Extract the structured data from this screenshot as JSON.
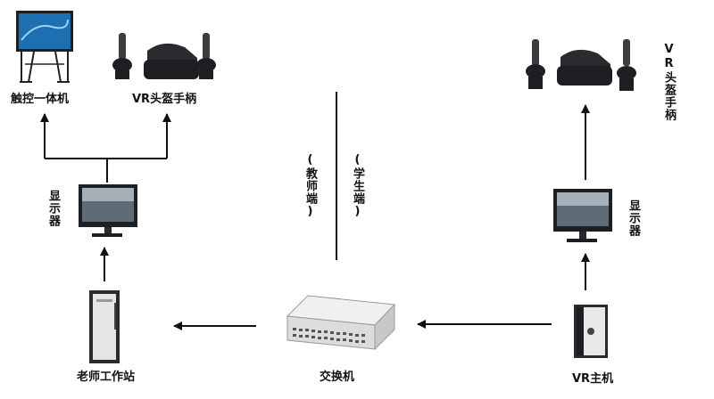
{
  "labels": {
    "touch_display": "触控一体机",
    "vr_headset_left": "VR头盔手柄",
    "vr_headset_right": "VR头盔手柄",
    "monitor_left": "显示器",
    "monitor_right": "显示器",
    "teacher_side": "(教师端)",
    "student_side": "(学生端)",
    "teacher_workstation": "老师工作站",
    "switch": "交换机",
    "vr_host": "VR主机"
  },
  "colors": {
    "line": "#111111",
    "device_dark": "#1e1f22",
    "device_mid": "#3a3c40",
    "screen_blue": "#1c6fb0",
    "screen_gray": "#a6b0b8",
    "switch_body": "#e8e8e8"
  }
}
